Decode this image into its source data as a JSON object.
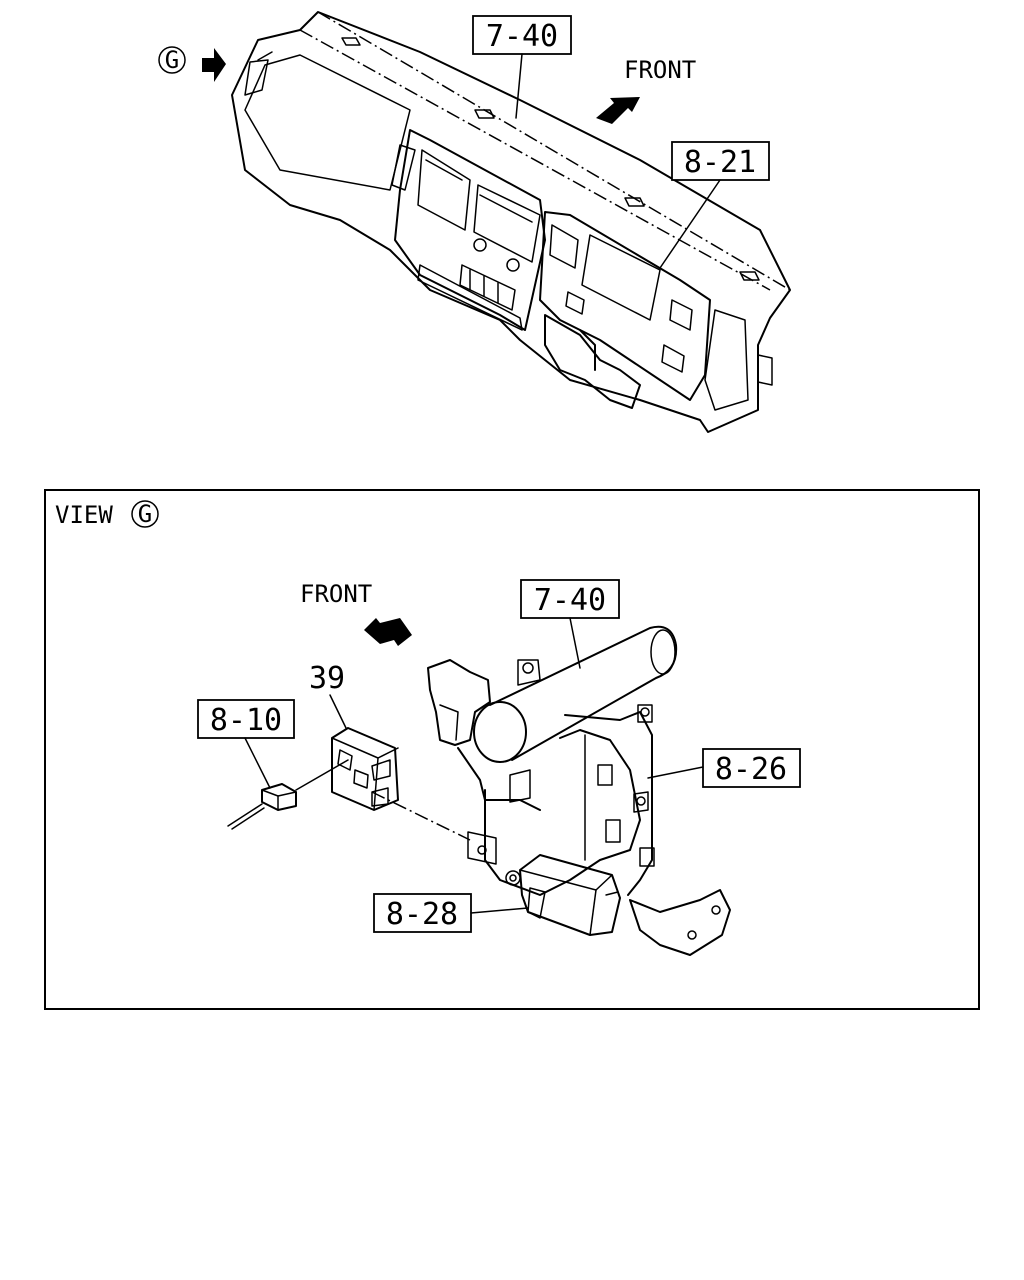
{
  "top_view": {
    "view_marker": "G",
    "front_label": "FRONT",
    "callouts": [
      "7-40",
      "8-21"
    ]
  },
  "detail_view": {
    "title": "VIEW",
    "marker": "G",
    "front_label": "FRONT",
    "part_number": "39",
    "callouts": [
      "7-40",
      "8-10",
      "8-26",
      "8-28"
    ]
  }
}
